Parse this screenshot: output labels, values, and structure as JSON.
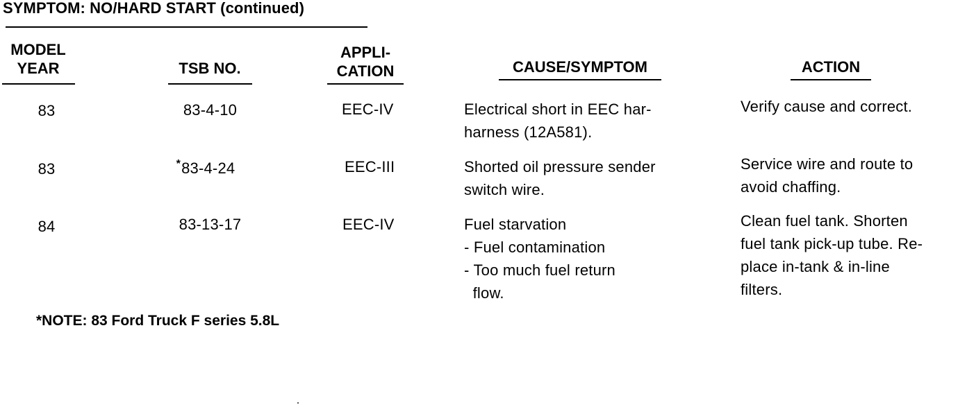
{
  "title": "SYMPTOM:  NO/HARD START  (continued)",
  "headers": {
    "model_year": [
      "MODEL",
      "YEAR"
    ],
    "tsb_no": "TSB NO.",
    "application": [
      "APPLI-",
      "CATION"
    ],
    "cause_symptom": "CAUSE/SYMPTOM",
    "action": "ACTION"
  },
  "rows": [
    {
      "model_year": "83",
      "tsb_mark": "",
      "tsb_no": "83-4-10",
      "application": "EEC-IV",
      "cause": [
        "Electrical short in EEC har-",
        "harness (12A581)."
      ],
      "action": [
        "Verify cause and correct."
      ]
    },
    {
      "model_year": "83",
      "tsb_mark": "*",
      "tsb_no": "83-4-24",
      "application": "EEC-III",
      "cause": [
        "Shorted oil pressure sender",
        "switch wire."
      ],
      "action": [
        "Service wire and route to",
        "avoid chaffing."
      ]
    },
    {
      "model_year": "84",
      "tsb_mark": "",
      "tsb_no": "83-13-17",
      "application": "EEC-IV",
      "cause": [
        "Fuel starvation",
        "- Fuel contamination",
        "- Too much fuel return",
        "  flow."
      ],
      "action": [
        "Clean fuel tank. Shorten",
        "fuel tank pick-up tube. Re-",
        "place in-tank & in-line",
        "filters."
      ]
    }
  ],
  "note": "*NOTE:  83 Ford Truck F series 5.8L"
}
